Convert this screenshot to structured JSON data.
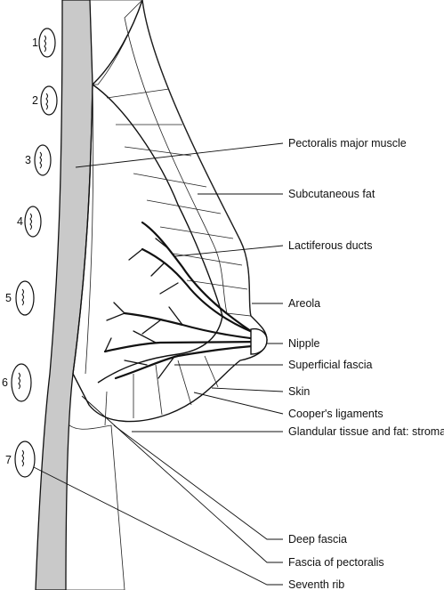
{
  "labels": [
    {
      "key": "pectoralis_major",
      "text": "Pectoralis major muscle"
    },
    {
      "key": "subcutaneous_fat",
      "text": "Subcutaneous fat"
    },
    {
      "key": "lactiferous_ducts",
      "text": "Lactiferous ducts"
    },
    {
      "key": "areola",
      "text": "Areola"
    },
    {
      "key": "nipple",
      "text": "Nipple"
    },
    {
      "key": "superficial_fascia",
      "text": "Superficial fascia"
    },
    {
      "key": "skin",
      "text": "Skin"
    },
    {
      "key": "coopers_ligaments",
      "text": "Cooper's ligaments"
    },
    {
      "key": "glandular_tissue",
      "text": "Glandular tissue and fat: stroma"
    },
    {
      "key": "deep_fascia",
      "text": "Deep fascia"
    },
    {
      "key": "fascia_pectoralis",
      "text": "Fascia of pectoralis"
    },
    {
      "key": "seventh_rib",
      "text": "Seventh rib"
    }
  ],
  "ribs": [
    "1",
    "2",
    "3",
    "4",
    "5",
    "6",
    "7"
  ],
  "colors": {
    "muscle": "#c9c9c9",
    "ink": "#111111",
    "background": "#ffffff"
  }
}
